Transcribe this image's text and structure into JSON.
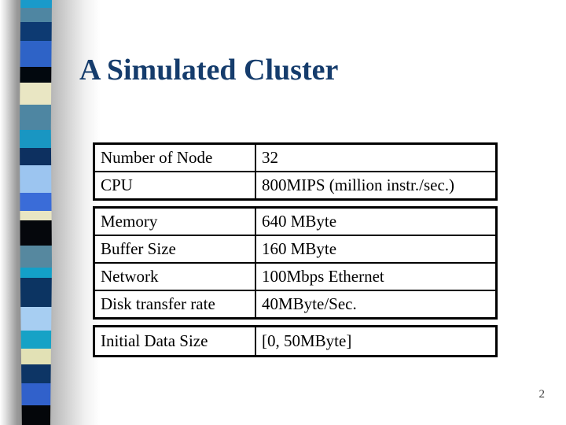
{
  "slide": {
    "title": "A Simulated Cluster",
    "title_color": "#153c6c",
    "page_number": "2",
    "background_color": "#ffffff"
  },
  "table": {
    "border_color": "#000000",
    "sections": [
      {
        "rows": [
          {
            "label": "Number of Node",
            "value": "32"
          },
          {
            "label": "CPU",
            "value": "800MIPS (million instr./sec.)"
          }
        ]
      },
      {
        "rows": [
          {
            "label": "Memory",
            "value": "640 MByte"
          },
          {
            "label": "Buffer Size",
            "value": "160 MByte"
          },
          {
            "label": "Network",
            "value": "100Mbps Ethernet"
          },
          {
            "label": "Disk transfer rate",
            "value": "40MByte/Sec."
          }
        ]
      },
      {
        "rows": [
          {
            "label": "Initial Data Size",
            "value": "[0, 50MByte]"
          }
        ]
      }
    ]
  },
  "decoration": {
    "strip_blocks": [
      {
        "color": "#1a9aca",
        "height": 10
      },
      {
        "color": "#4f86a2",
        "height": 18
      },
      {
        "color": "#0d3a72",
        "height": 24
      },
      {
        "color": "#2e63c7",
        "height": 33
      },
      {
        "color": "#02080e",
        "height": 20
      },
      {
        "color": "#e9e6c3",
        "height": 28
      },
      {
        "color": "#4e86a2",
        "height": 32
      },
      {
        "color": "#1996c2",
        "height": 23
      },
      {
        "color": "#0d3060",
        "height": 22
      },
      {
        "color": "#9cc5f0",
        "height": 35
      },
      {
        "color": "#3a6cd8",
        "height": 23
      },
      {
        "color": "#e9e6c3",
        "height": 12
      },
      {
        "color": "#05070c",
        "height": 32
      },
      {
        "color": "#56889f",
        "height": 28
      },
      {
        "color": "#13a0c8",
        "height": 13
      },
      {
        "color": "#0c3462",
        "height": 37
      },
      {
        "color": "#a7cef2",
        "height": 30
      },
      {
        "color": "#16a2c6",
        "height": 23
      },
      {
        "color": "#e2e1b5",
        "height": 20
      },
      {
        "color": "#0d3565",
        "height": 24
      },
      {
        "color": "#3161cb",
        "height": 28
      },
      {
        "color": "#04060a",
        "height": 25
      }
    ]
  }
}
